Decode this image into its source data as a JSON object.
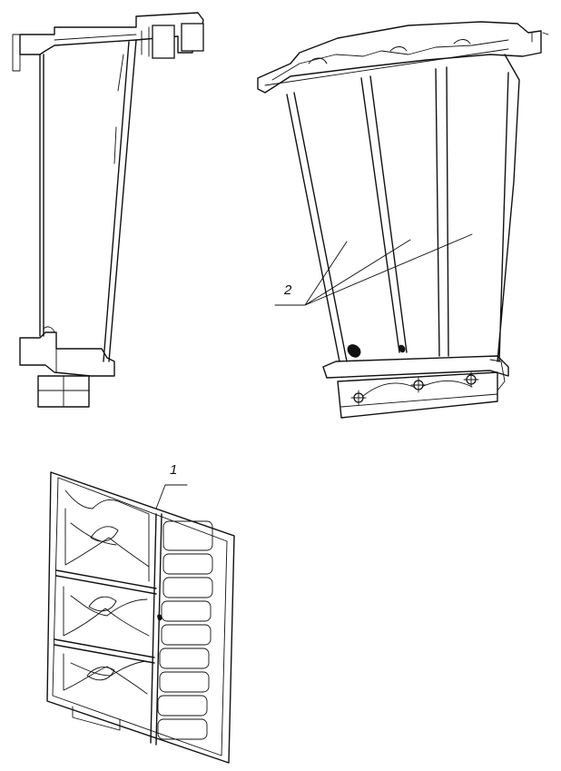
{
  "figure": {
    "callouts": [
      {
        "id": "1",
        "text": "1"
      },
      {
        "id": "2",
        "text": "2"
      }
    ]
  },
  "colors": {
    "ink": "#111111",
    "background": "#ffffff"
  }
}
